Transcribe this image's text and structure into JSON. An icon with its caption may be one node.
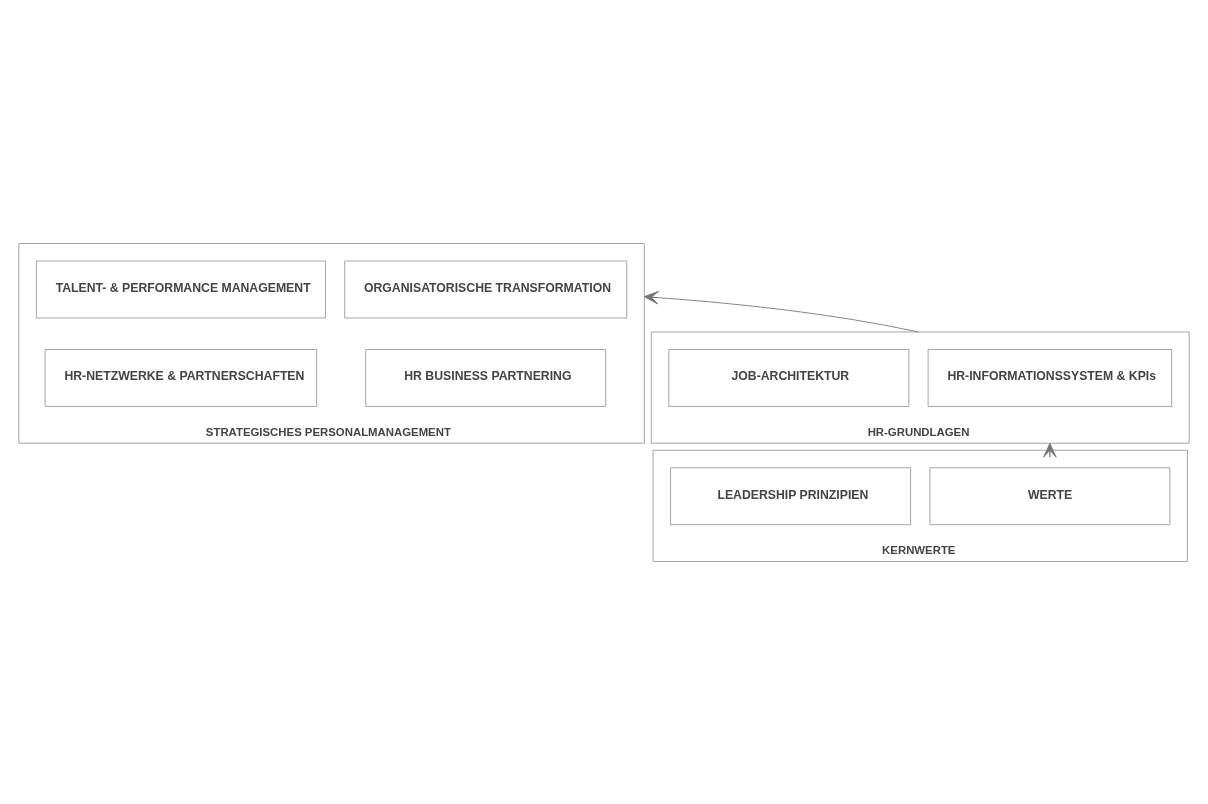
{
  "diagram": {
    "nodes": [
      {
        "text": [
          "STRATEGISCHES PERSONALMANAGEMENT"
        ]
      },
      {
        "text": [
          "ORGANISATORISCHE TRANSFORMATION"
        ],
        "in": 0
      },
      {
        "text": [
          "TALENT- & PERFORMANCE MANAGEMENT"
        ],
        "in": 0
      },
      {
        "text": [
          "HR BUSINESS PARTNERING"
        ],
        "in": 0
      },
      {
        "text": [
          "HR-NETZWERKE & PARTNERSCHAFTEN"
        ],
        "in": 0
      },
      {
        "text": [
          "HR-GRUNDLAGEN"
        ]
      },
      {
        "text": [
          "HR-INFORMATIONSSYSTEM & KPIs"
        ],
        "in": 5
      },
      {
        "text": [
          "JOB-ARCHITEKTUR"
        ],
        "in": 5
      },
      {
        "text": [
          "KERNWERTE"
        ]
      },
      {
        "text": [
          "WERTE"
        ],
        "in": 8
      },
      {
        "text": [
          "LEADERSHIP PRINZIPIEN"
        ],
        "in": 8
      }
    ],
    "edges": [
      {
        "from": 5,
        "to": 0,
        "arrow": "to"
      },
      {
        "from": 8,
        "to": 5,
        "arrow": "to"
      }
    ]
  }
}
